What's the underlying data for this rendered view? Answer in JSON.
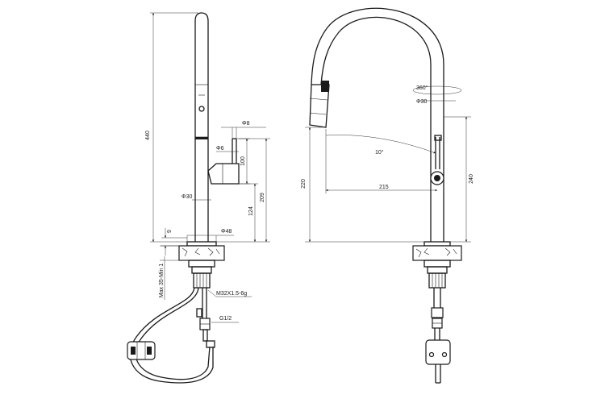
{
  "left_view": {
    "dim_440": "440",
    "dim_phi8": "Φ8",
    "dim_phi6": "Φ6",
    "dim_100": "100",
    "dim_phi30": "Φ30",
    "dim_209": "209",
    "dim_124": "124",
    "dim_9": "9",
    "dim_phi48": "Φ48",
    "dim_max35": "Max 35-Min 1",
    "thread_m32": "M32X1.5-6g",
    "thread_g12": "G1/2"
  },
  "right_view": {
    "dim_360": "360°",
    "dim_phi30": "Φ30",
    "dim_10deg": "10°",
    "dim_215": "215",
    "dim_220": "220",
    "dim_240": "240"
  }
}
